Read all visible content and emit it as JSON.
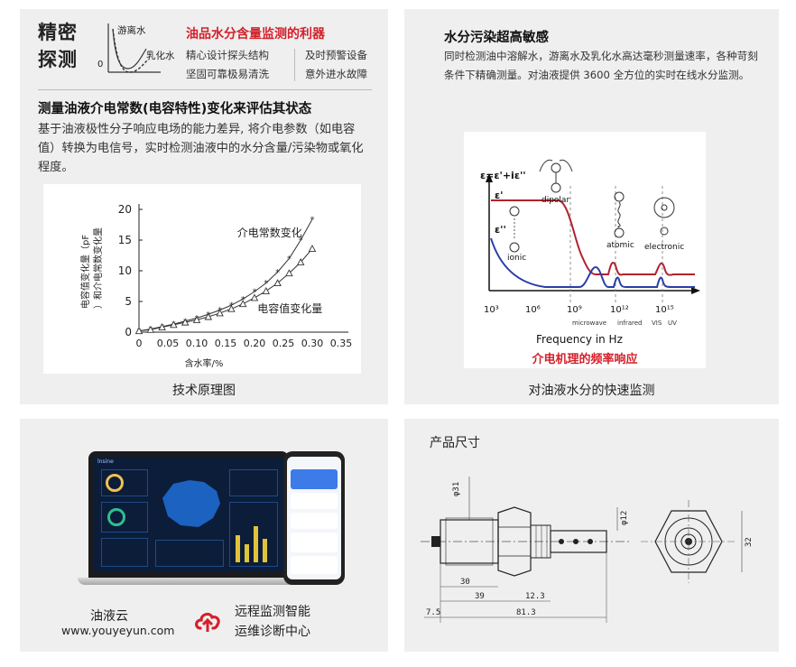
{
  "panel1": {
    "title_line1": "精密",
    "title_line2": "探测",
    "icon_label_top": "游离水",
    "icon_label_bottom": "乳化水",
    "icon_label_zero": "0",
    "red_heading": "油品水分含量监测的利器",
    "features": [
      "精心设计探头结构",
      "及时预警设备",
      "坚固可靠极易清洗",
      "意外进水故障"
    ],
    "section_title": "测量油液介电常数(电容特性)变化来评估其状态",
    "description": "基于油液极性分子响应电场的能力差异, 将介电参数（如电容值）转换为电信号，实时检测油液中的水分含量/污染物或氧化程度。",
    "caption": "技术原理图"
  },
  "chart_data": {
    "type": "line",
    "ylabel": "电容值变化量（pF）和介电常数变化量",
    "xlabel": "含水率/%",
    "xlim": [
      0,
      0.35
    ],
    "ylim": [
      0,
      20
    ],
    "x_ticks": [
      "0",
      "0.05",
      "0.10",
      "0.15",
      "0.20",
      "0.25",
      "0.30",
      "0.35"
    ],
    "y_ticks": [
      "0",
      "5",
      "10",
      "15",
      "20"
    ],
    "series": [
      {
        "name": "介电常数变化",
        "marker": "star",
        "x": [
          0.0,
          0.02,
          0.04,
          0.06,
          0.08,
          0.1,
          0.12,
          0.14,
          0.16,
          0.18,
          0.2,
          0.22,
          0.24,
          0.26,
          0.28,
          0.3
        ],
        "y": [
          0.2,
          0.5,
          0.9,
          1.3,
          1.8,
          2.3,
          2.9,
          3.6,
          4.4,
          5.4,
          6.6,
          8.0,
          9.8,
          12.0,
          15.0,
          18.4
        ]
      },
      {
        "name": "电容值变化量",
        "marker": "triangle",
        "x": [
          0.0,
          0.02,
          0.04,
          0.06,
          0.08,
          0.1,
          0.12,
          0.14,
          0.16,
          0.18,
          0.2,
          0.22,
          0.24,
          0.26,
          0.28,
          0.3
        ],
        "y": [
          0.2,
          0.4,
          0.8,
          1.2,
          1.6,
          2.0,
          2.5,
          3.1,
          3.8,
          4.6,
          5.6,
          6.7,
          8.0,
          9.6,
          11.4,
          13.6
        ]
      }
    ]
  },
  "panel2": {
    "title": "水分污染超高敏感",
    "description": "同时检测油中溶解水，游离水及乳化水高达毫秒测量速率，各种苛刻条件下精确测量。对油液提供 3600 全方位的实时在线水分监测。",
    "figure": {
      "equation": "ε=ε'+iε''",
      "eps1": "ε'",
      "eps2": "ε''",
      "dipolar": "dipolar",
      "ionic": "ionic",
      "atomic": "atomic",
      "electronic": "electronic",
      "x_ticks": [
        "10³",
        "10⁶",
        "10⁹",
        "10¹²",
        "10¹⁵"
      ],
      "bands": [
        "microwave",
        "infrared",
        "VIS",
        "UV"
      ],
      "xlabel": "Frequency in Hz",
      "red_caption": "介电机理的频率响应"
    },
    "caption": "对油液水分的快速监测"
  },
  "panel3": {
    "laptop_brand": "lnsine",
    "cloud_name": "油液云",
    "url": "www.youyeyun.com",
    "slogan_line1": "远程监测智能",
    "slogan_line2": "运维诊断中心",
    "accent_color": "#d4202a"
  },
  "panel4": {
    "title": "产品尺寸",
    "dims": {
      "d31": "φ31",
      "d12": "φ12",
      "l30": "30",
      "l39": "39",
      "l12_3": "12.3",
      "l7_5": "7.5",
      "l81_3": "81.3",
      "h32": "32"
    }
  }
}
